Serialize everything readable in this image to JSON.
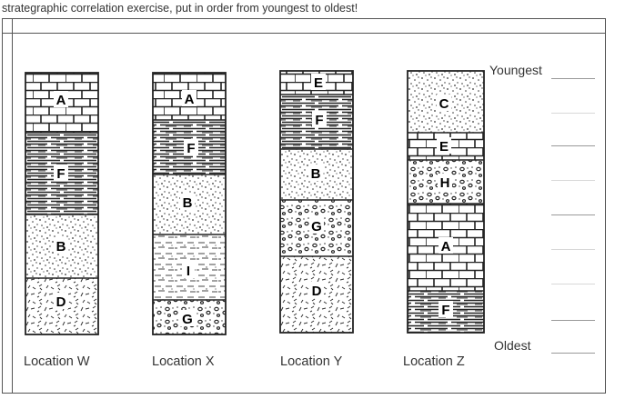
{
  "instructions": "strategraphic correlation exercise, put in order from youngest to oldest!",
  "labels": {
    "youngest": "Youngest",
    "oldest": "Oldest"
  },
  "locations": [
    {
      "name": "Location W",
      "layers": [
        "A",
        "F",
        "B",
        "D"
      ]
    },
    {
      "name": "Location X",
      "layers": [
        "A",
        "F",
        "B",
        "I",
        "G"
      ]
    },
    {
      "name": "Location Y",
      "layers": [
        "E",
        "F",
        "B",
        "G",
        "D"
      ]
    },
    {
      "name": "Location Z",
      "layers": [
        "C",
        "E",
        "H",
        "A",
        "F"
      ]
    }
  ]
}
